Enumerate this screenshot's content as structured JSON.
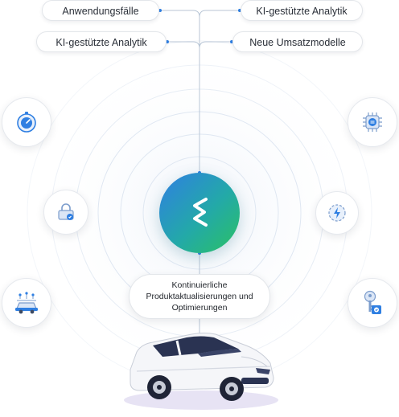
{
  "pills": {
    "top_left": "Anwendungsfälle",
    "top_right": "KI-gestützte Analytik",
    "mid_left": "KI-gestützte Analytik",
    "mid_right": "Neue Umsatzmodelle"
  },
  "hub": {
    "icon": "s-logo-icon"
  },
  "bubble": {
    "line1": "Kontinuierliche",
    "line2": "Produktaktualisierungen und",
    "line3": "Optimierungen"
  },
  "side_icons": {
    "left": [
      "speed-dial-icon",
      "secure-lock-card-icon",
      "connected-car-network-icon"
    ],
    "right": [
      "chip-processor-icon",
      "ev-charging-icon",
      "digital-key-icon"
    ]
  },
  "colors": {
    "accent_blue": "#2f7fe2",
    "accent_green": "#2bc163",
    "ring": "#dfe7f2",
    "connector": "#b9c6d6"
  }
}
